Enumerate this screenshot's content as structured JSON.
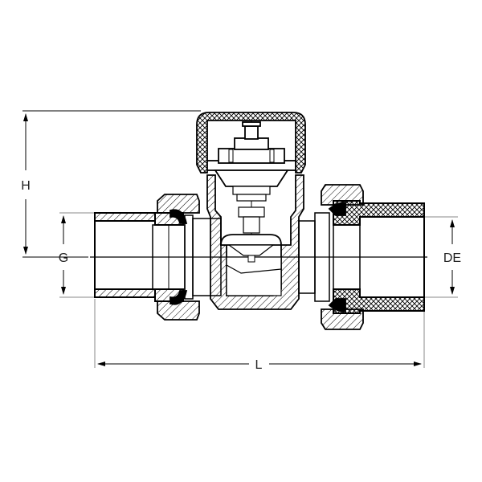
{
  "diagram": {
    "type": "technical-cross-section",
    "subject": "thermostatic radiator valve, straight",
    "dimensions": {
      "height": {
        "label": "H"
      },
      "thread": {
        "label": "G"
      },
      "outer_diameter": {
        "label": "DE"
      },
      "length": {
        "label": "L"
      }
    },
    "colors": {
      "line": "#000000",
      "dimension_line": "#222222",
      "extension_line": "#888888",
      "background": "#ffffff"
    }
  }
}
